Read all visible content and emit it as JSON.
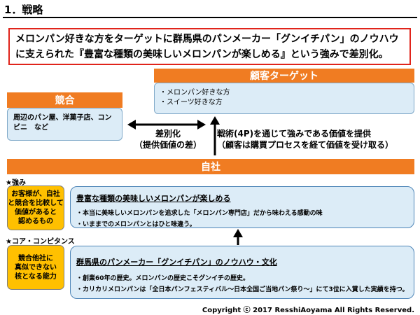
{
  "slide": {
    "title": "1．戦略",
    "headline": "メロンパン好きな方をターゲットに群馬県のパンメーカー「グンイチパン」のノウハウに支えられた『豊富な種類の美味しいメロンパンが楽しめる』という強みで差別化。",
    "target": {
      "header": "顧客ターゲット",
      "items": [
        "・メロンパン好きな方",
        "・スイーツ好きな方"
      ]
    },
    "competition": {
      "header": "競合",
      "body": "周辺のパン屋、洋菓子店、コンビニ　など"
    },
    "differentiation": {
      "line1": "差別化",
      "line2": "（提供価値の差）"
    },
    "tactics": {
      "line1": "戦術(4P)を通じて強みである価値を提供",
      "line2": "（顧客は購買プロセスを経て価値を受け取る）"
    },
    "company": {
      "header": "自社"
    },
    "strength": {
      "label": "★強み",
      "side": "お客様が、自社\nと競合を比較して\n価値があると\n認めるもの",
      "title": "豊富な種類の美味しいメロンパンが楽しめる",
      "bullets": [
        "・本当に美味しいメロンパンを追求した「メロンパン専門店」だから味わえる感動の味",
        "・いままでのメロンパンとはひと味違う。"
      ]
    },
    "core": {
      "label": "★コア・コンピタンス",
      "side": "競合他社に\n真似できない\n核となる能力",
      "title": "群馬県のパンメーカー「グンイチパン」のノウハウ・文化",
      "bullets": [
        "・創業60年の歴史。メロンパンの歴史こそグンイチの歴史。",
        "・カリカリメロンパンは「全日本パンフェスティバル～日本全国ご当地パン祭り～」にて3位に入賞した実績を持つ。"
      ]
    },
    "copyright": "Copyright ⓒ 2017 ResshiAoyama All Rights Reserved."
  },
  "colors": {
    "accent_orange": "#f07c22",
    "headline_border": "#e0241b",
    "panel_blue": "#dcecf7",
    "badge_yellow": "#ffc000"
  }
}
